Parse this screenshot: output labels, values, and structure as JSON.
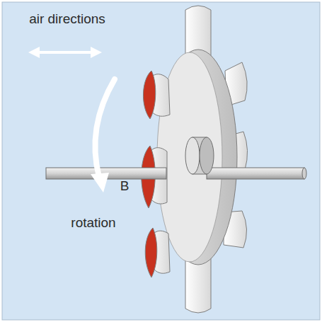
{
  "diagram": {
    "labels": [
      "air directions",
      "B",
      "rotation"
    ]
  }
}
